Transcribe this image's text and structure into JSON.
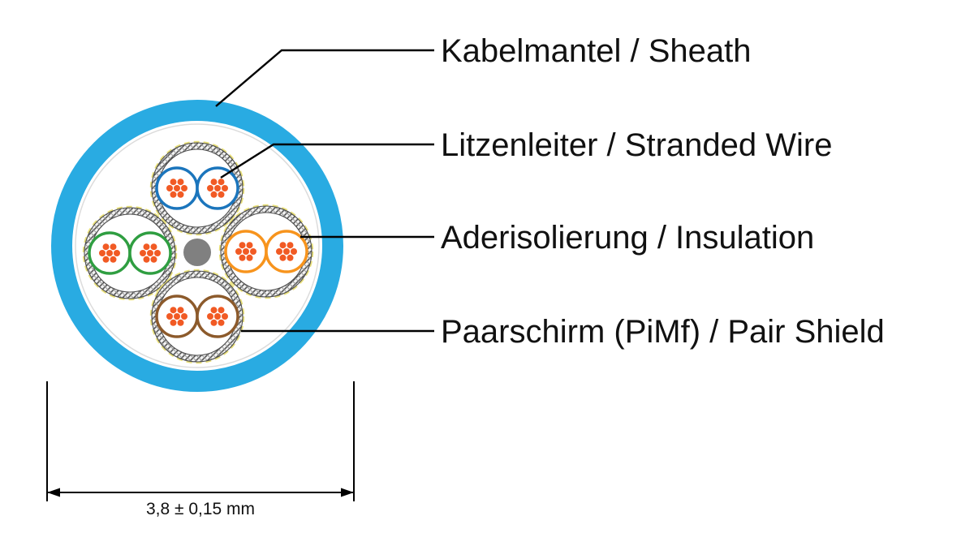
{
  "labels": {
    "sheath": "Kabelmantel / Sheath",
    "stranded_wire": "Litzenleiter / Stranded Wire",
    "insulation": "Aderisolierung / Insulation",
    "pair_shield": "Paarschirm (PiMf) / Pair Shield"
  },
  "dimension": {
    "label": "3,8 ± 0,15 mm"
  },
  "colors": {
    "sheath": "#29abe2",
    "pair_blue": "#1b75bc",
    "pair_green": "#2f9e41",
    "pair_orange": "#f7941d",
    "pair_brown": "#8c5a2b",
    "conductor": "#f15a24",
    "center_element": "#808080",
    "shield": "#4d4d4d",
    "foil_yellow": "#e9e07a",
    "line": "#000000"
  }
}
